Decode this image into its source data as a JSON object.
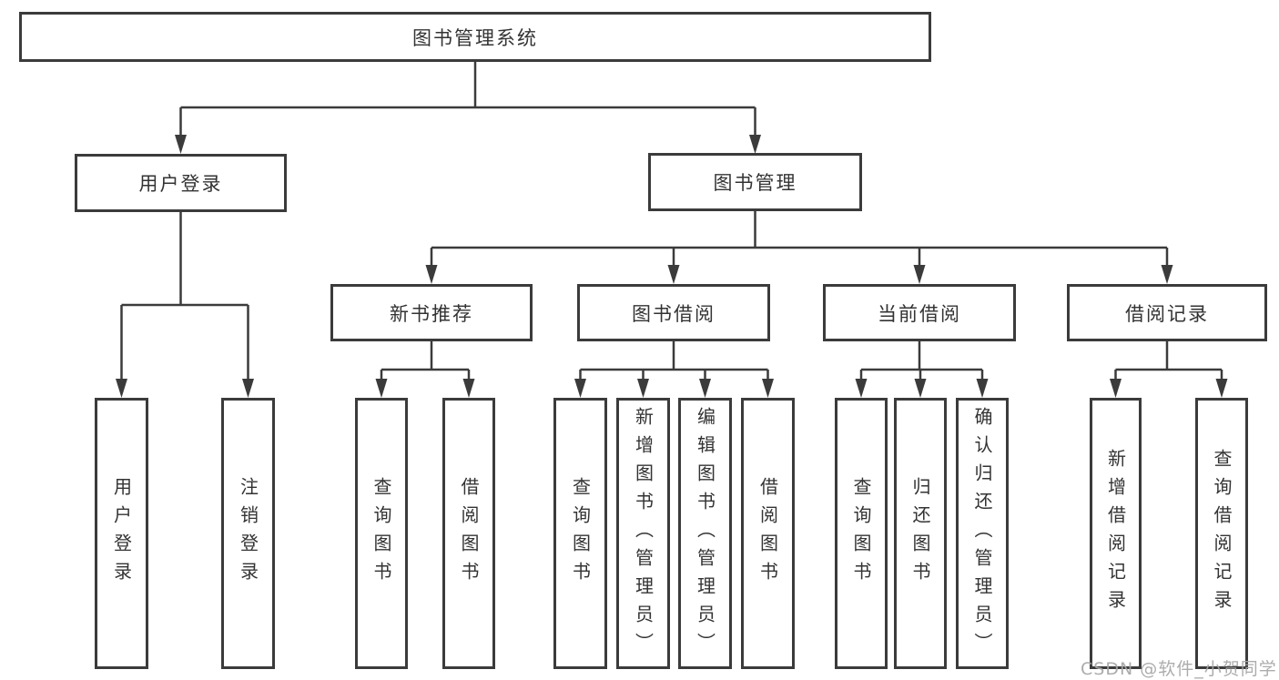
{
  "diagram": {
    "title": "图书管理系统",
    "root": {
      "label": "图书管理系统"
    },
    "level2": [
      {
        "label": "用户登录"
      },
      {
        "label": "图书管理"
      }
    ],
    "level3": [
      {
        "label": "新书推荐"
      },
      {
        "label": "图书借阅"
      },
      {
        "label": "当前借阅"
      },
      {
        "label": "借阅记录"
      }
    ],
    "leaves": {
      "user_login": [
        {
          "label": "用户登录"
        },
        {
          "label": "注销登录"
        }
      ],
      "new_book": [
        {
          "label": "查询图书"
        },
        {
          "label": "借阅图书"
        }
      ],
      "book_borrow": [
        {
          "label": "查询图书"
        },
        {
          "label": "新增图书（管理员）"
        },
        {
          "label": "编辑图书（管理员）"
        },
        {
          "label": "借阅图书"
        }
      ],
      "current_borrow": [
        {
          "label": "查询图书"
        },
        {
          "label": "归还图书"
        },
        {
          "label": "确认归还（管理员）"
        }
      ],
      "borrow_record": [
        {
          "label": "新增借阅记录"
        },
        {
          "label": "查询借阅记录"
        }
      ]
    },
    "watermark": "CSDN @软件_小贺同学",
    "colors": {
      "line": "#3b3b3b",
      "text": "#333333",
      "watermark": "#a5a5a5",
      "background": "#ffffff"
    }
  }
}
